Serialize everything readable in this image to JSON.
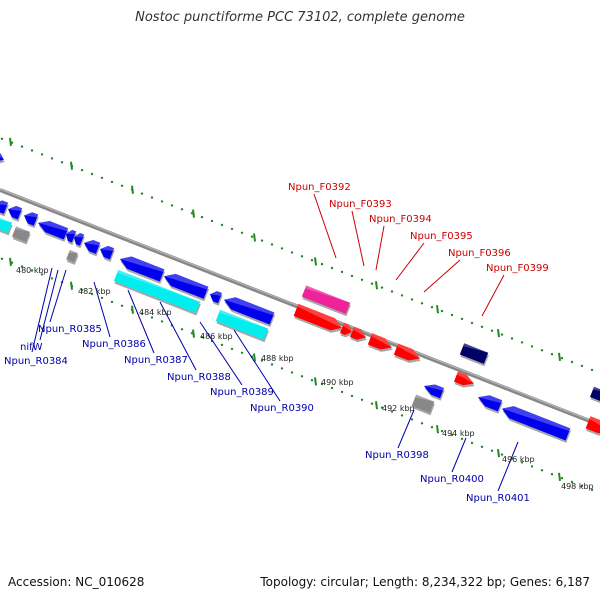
{
  "title": "Nostoc punctiforme PCC 73102, complete genome",
  "footer": {
    "accession": "Accession: NC_010628",
    "summary": "Topology: circular; Length: 8,234,322 bp; Genes: 6,187"
  },
  "colors": {
    "forward_label": "#cc0000",
    "reverse_label": "#0000aa",
    "backbone": "#888888",
    "tick": "#228822",
    "red_gene": "#ff0000",
    "blue_gene": "#0000ee",
    "cyan_gene": "#00eeee",
    "pink_gene": "#ee2299",
    "navy_gene": "#000066",
    "gray_gene": "#888888"
  },
  "scale_labels": [
    "480 kbp",
    "482 kbp",
    "484 kbp",
    "486 kbp",
    "488 kbp",
    "490 kbp",
    "492 kbp",
    "494 kbp",
    "496 kbp",
    "498 kbp"
  ],
  "forward_genes": [
    "Npun_F0392",
    "Npun_F0393",
    "Npun_F0394",
    "Npun_F0395",
    "Npun_F0396",
    "Npun_F0399"
  ],
  "reverse_genes": [
    "nifW",
    "Npun_R0384",
    "Npun_R0385",
    "Npun_R0386",
    "Npun_R0387",
    "Npun_R0388",
    "Npun_R0389",
    "Npun_R0390",
    "Npun_R0398",
    "Npun_R0400",
    "Npun_R0401"
  ]
}
